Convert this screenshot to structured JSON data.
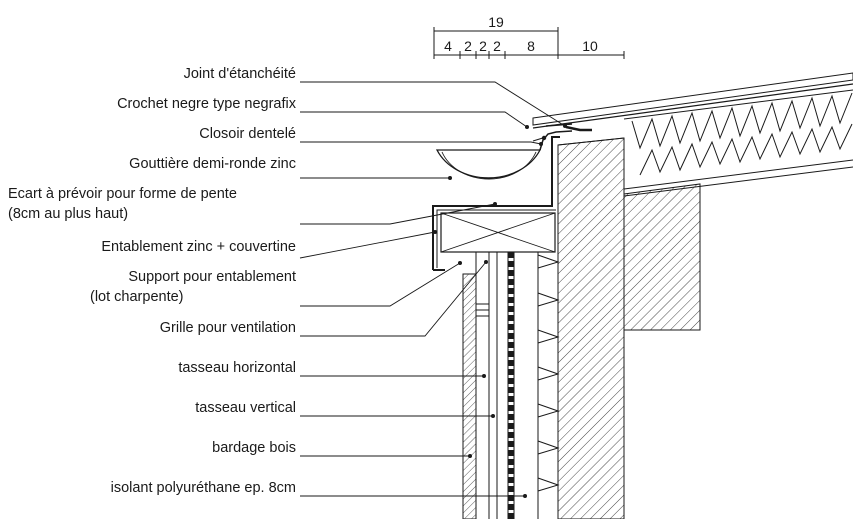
{
  "dimensions": {
    "total": "19",
    "segments": [
      "4",
      "2",
      "2",
      "2",
      "8",
      "10"
    ]
  },
  "labels": [
    {
      "id": "joint",
      "lines": [
        "Joint d'étanchéité"
      ]
    },
    {
      "id": "crochet",
      "lines": [
        "Crochet negre type negrafix"
      ]
    },
    {
      "id": "closoir",
      "lines": [
        "Closoir dentelé"
      ]
    },
    {
      "id": "gouttiere",
      "lines": [
        "Gouttière demi-ronde zinc"
      ]
    },
    {
      "id": "ecart",
      "lines": [
        "Ecart à prévoir pour forme de pente",
        "(8cm au plus haut)"
      ]
    },
    {
      "id": "entablement",
      "lines": [
        "Entablement zinc + couvertine"
      ]
    },
    {
      "id": "support",
      "lines": [
        "Support pour entablement",
        "(lot charpente)"
      ]
    },
    {
      "id": "grille",
      "lines": [
        "Grille pour ventilation"
      ]
    },
    {
      "id": "tasseau-h",
      "lines": [
        "tasseau horizontal"
      ]
    },
    {
      "id": "tasseau-v",
      "lines": [
        "tasseau vertical"
      ]
    },
    {
      "id": "bardage",
      "lines": [
        "bardage bois"
      ]
    },
    {
      "id": "isolant",
      "lines": [
        "isolant polyuréthane ep. 8cm"
      ]
    }
  ],
  "colors": {
    "ink": "#1a1a1a",
    "background": "#ffffff"
  }
}
